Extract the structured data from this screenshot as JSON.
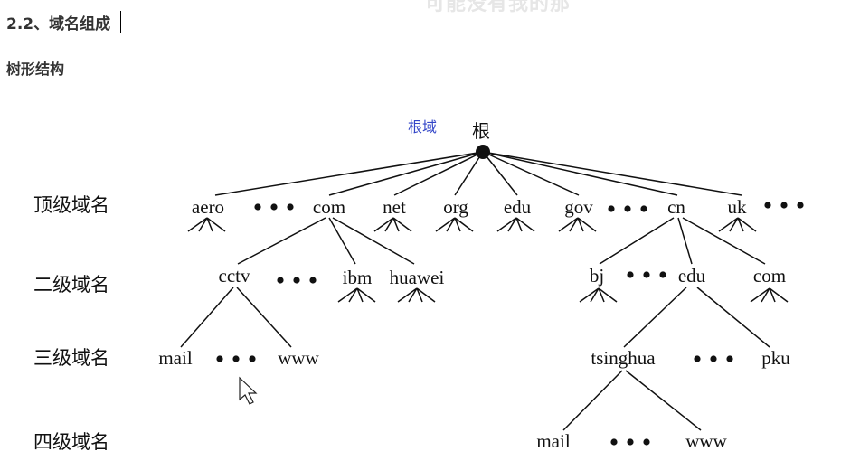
{
  "watermark": "可能没有我的那",
  "heading": "2.2、域名组成",
  "subheading": "树形结构",
  "diagram": {
    "annotation": "根域",
    "root": "根",
    "level_labels": [
      "顶级域名",
      "二级域名",
      "三级域名",
      "四级域名"
    ],
    "top_level": [
      "aero",
      "com",
      "net",
      "org",
      "edu",
      "gov",
      "cn",
      "uk"
    ],
    "second_level_com": [
      "cctv",
      "ibm",
      "huawei"
    ],
    "second_level_cn": [
      "bj",
      "edu",
      "com"
    ],
    "third_level_cctv": [
      "mail",
      "www"
    ],
    "third_level_edu": [
      "tsinghua",
      "pku"
    ],
    "fourth_level_tsinghua": [
      "mail",
      "www"
    ]
  }
}
